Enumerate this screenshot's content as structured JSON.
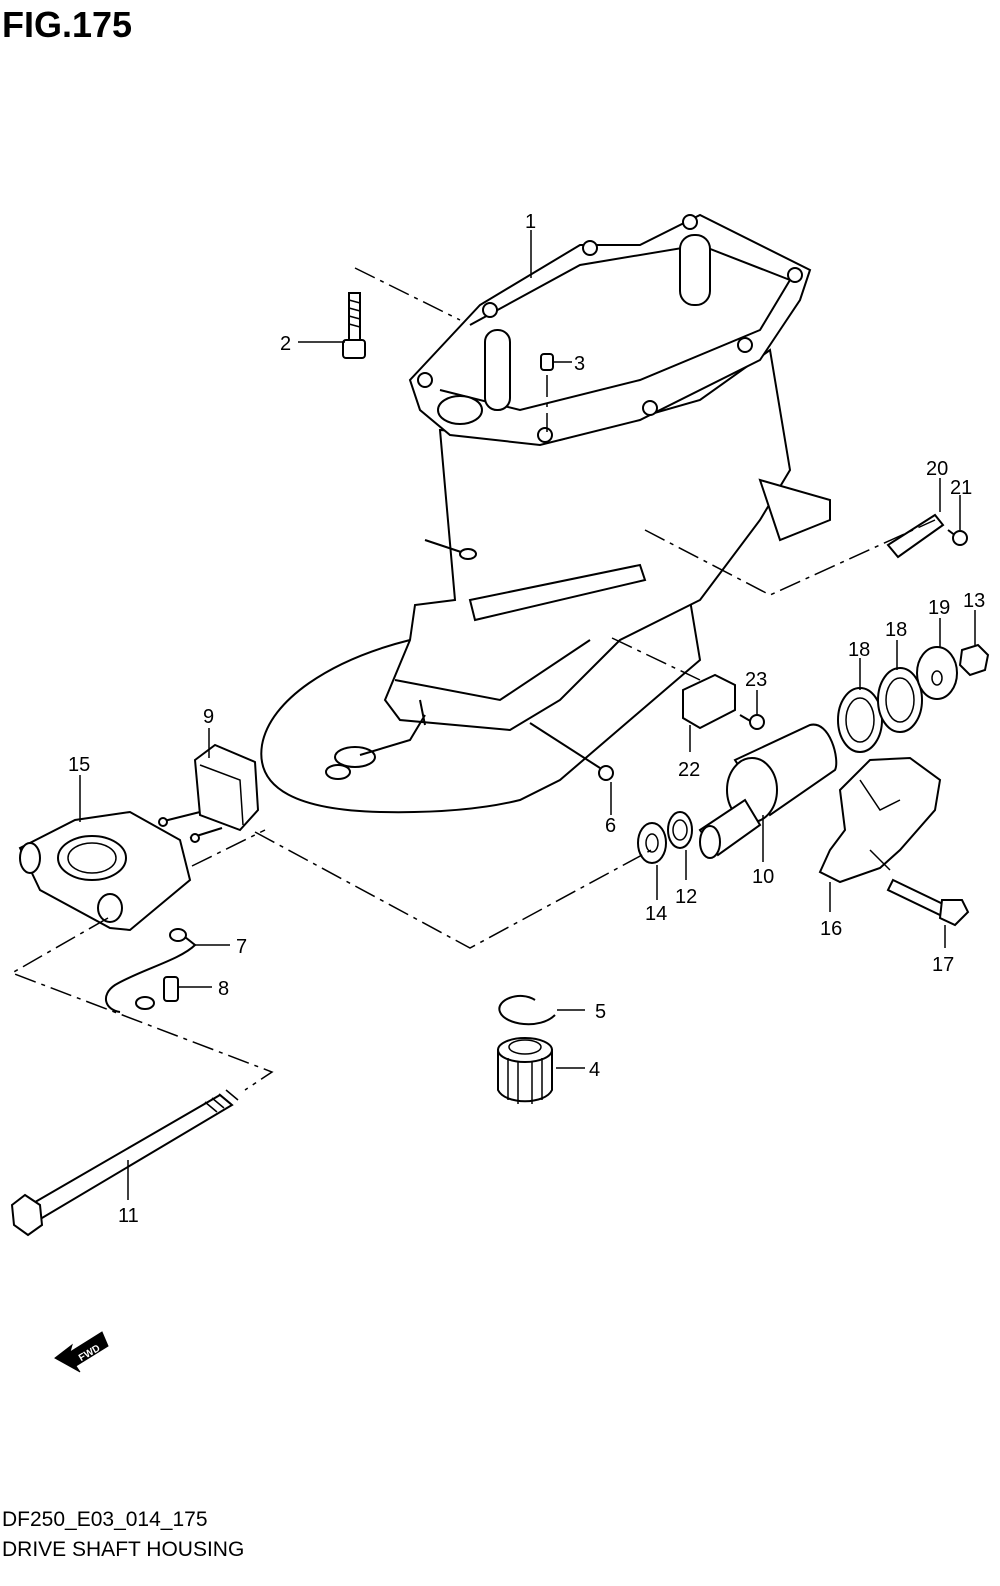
{
  "figure": {
    "title": "FIG.175",
    "drawing_code": "DF250_E03_014_175",
    "name": "DRIVE SHAFT HOUSING",
    "fwd_label": "FWD"
  },
  "callouts": [
    {
      "id": "c1",
      "text": "1"
    },
    {
      "id": "c2",
      "text": "2"
    },
    {
      "id": "c3",
      "text": "3"
    },
    {
      "id": "c4",
      "text": "4"
    },
    {
      "id": "c5",
      "text": "5"
    },
    {
      "id": "c6",
      "text": "6"
    },
    {
      "id": "c7",
      "text": "7"
    },
    {
      "id": "c8",
      "text": "8"
    },
    {
      "id": "c9",
      "text": "9"
    },
    {
      "id": "c10",
      "text": "10"
    },
    {
      "id": "c11",
      "text": "11"
    },
    {
      "id": "c12",
      "text": "12"
    },
    {
      "id": "c13",
      "text": "13"
    },
    {
      "id": "c14",
      "text": "14"
    },
    {
      "id": "c15",
      "text": "15"
    },
    {
      "id": "c16",
      "text": "16"
    },
    {
      "id": "c17",
      "text": "17"
    },
    {
      "id": "c18a",
      "text": "18"
    },
    {
      "id": "c18b",
      "text": "18"
    },
    {
      "id": "c19",
      "text": "19"
    },
    {
      "id": "c20",
      "text": "20"
    },
    {
      "id": "c21",
      "text": "21"
    },
    {
      "id": "c22",
      "text": "22"
    },
    {
      "id": "c23",
      "text": "23"
    }
  ]
}
